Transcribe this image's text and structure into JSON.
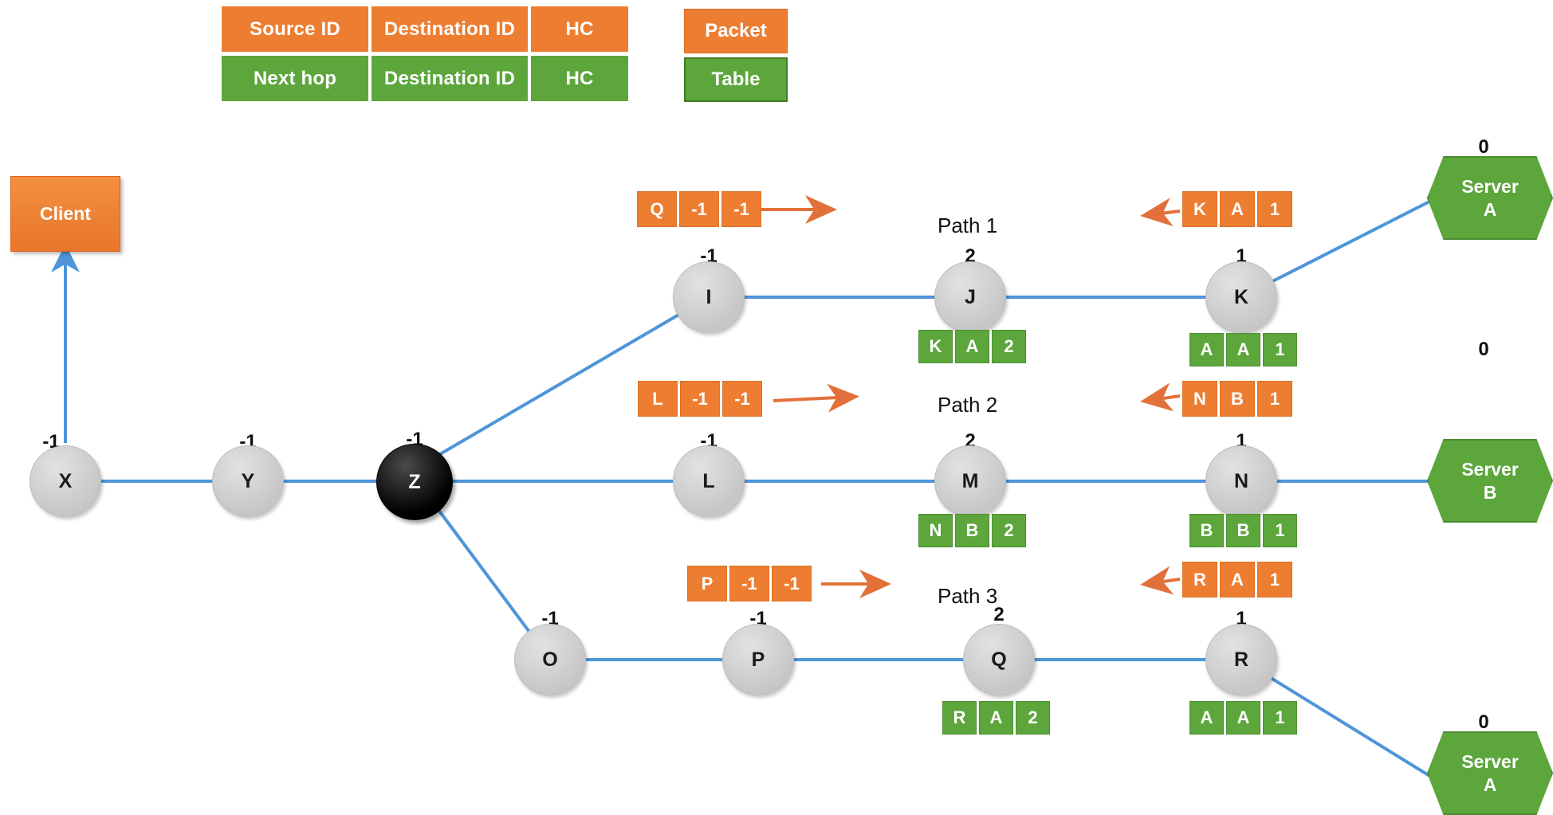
{
  "legend": {
    "packet_row": {
      "cells": [
        "Source ID",
        "Destination ID",
        "HC"
      ]
    },
    "table_row": {
      "cells": [
        "Next hop",
        "Destination ID",
        "HC"
      ]
    },
    "key_packet": "Packet",
    "key_table": "Table"
  },
  "client": {
    "label": "Client"
  },
  "colors": {
    "packet_orange": "#ED7D31",
    "table_green": "#5CA63C",
    "link_blue": "#4E95D9",
    "node_grey": "#C6C6C6",
    "node_black": "#000000"
  },
  "nodes": [
    {
      "id": "X",
      "label": "X",
      "hop": "-1",
      "kind": "grey"
    },
    {
      "id": "Y",
      "label": "Y",
      "hop": "-1",
      "kind": "grey"
    },
    {
      "id": "Z",
      "label": "Z",
      "hop": "-1",
      "kind": "black"
    },
    {
      "id": "I",
      "label": "I",
      "hop": "-1",
      "kind": "grey"
    },
    {
      "id": "J",
      "label": "J",
      "hop": "2",
      "kind": "grey"
    },
    {
      "id": "K",
      "label": "K",
      "hop": "1",
      "kind": "grey"
    },
    {
      "id": "L",
      "label": "L",
      "hop": "-1",
      "kind": "grey"
    },
    {
      "id": "M",
      "label": "M",
      "hop": "2",
      "kind": "grey"
    },
    {
      "id": "N",
      "label": "N",
      "hop": "1",
      "kind": "grey"
    },
    {
      "id": "O",
      "label": "O",
      "hop": "-1",
      "kind": "grey"
    },
    {
      "id": "P",
      "label": "P",
      "hop": "-1",
      "kind": "grey"
    },
    {
      "id": "Q",
      "label": "Q",
      "hop": "2",
      "kind": "grey"
    },
    {
      "id": "R",
      "label": "R",
      "hop": "1",
      "kind": "grey"
    }
  ],
  "servers": [
    {
      "id": "serverA-top",
      "line1": "Server",
      "line2": "A",
      "hop": "0"
    },
    {
      "id": "serverB",
      "line1": "Server",
      "line2": "B",
      "hop": "0"
    },
    {
      "id": "serverA-bottom",
      "line1": "Server",
      "line2": "A",
      "hop": "0"
    }
  ],
  "paths": [
    {
      "name": "Path 1"
    },
    {
      "name": "Path 2"
    },
    {
      "name": "Path 3"
    }
  ],
  "packets": [
    {
      "id": "pkt-path1-left",
      "cells": [
        "Q",
        "-1",
        "-1"
      ],
      "direction": "right"
    },
    {
      "id": "pkt-path1-right",
      "cells": [
        "K",
        "A",
        "1"
      ],
      "direction": "left"
    },
    {
      "id": "pkt-path2-left",
      "cells": [
        "L",
        "-1",
        "-1"
      ],
      "direction": "right"
    },
    {
      "id": "pkt-path2-right",
      "cells": [
        "N",
        "B",
        "1"
      ],
      "direction": "left"
    },
    {
      "id": "pkt-path3-left",
      "cells": [
        "P",
        "-1",
        "-1"
      ],
      "direction": "right"
    },
    {
      "id": "pkt-path3-right",
      "cells": [
        "R",
        "A",
        "1"
      ],
      "direction": "left"
    }
  ],
  "tables": [
    {
      "id": "tbl-J",
      "cells": [
        "K",
        "A",
        "2"
      ]
    },
    {
      "id": "tbl-K",
      "cells": [
        "A",
        "A",
        "1"
      ]
    },
    {
      "id": "tbl-M",
      "cells": [
        "N",
        "B",
        "2"
      ]
    },
    {
      "id": "tbl-N",
      "cells": [
        "B",
        "B",
        "1"
      ]
    },
    {
      "id": "tbl-Q",
      "cells": [
        "R",
        "A",
        "2"
      ]
    },
    {
      "id": "tbl-R",
      "cells": [
        "A",
        "A",
        "1"
      ]
    }
  ]
}
